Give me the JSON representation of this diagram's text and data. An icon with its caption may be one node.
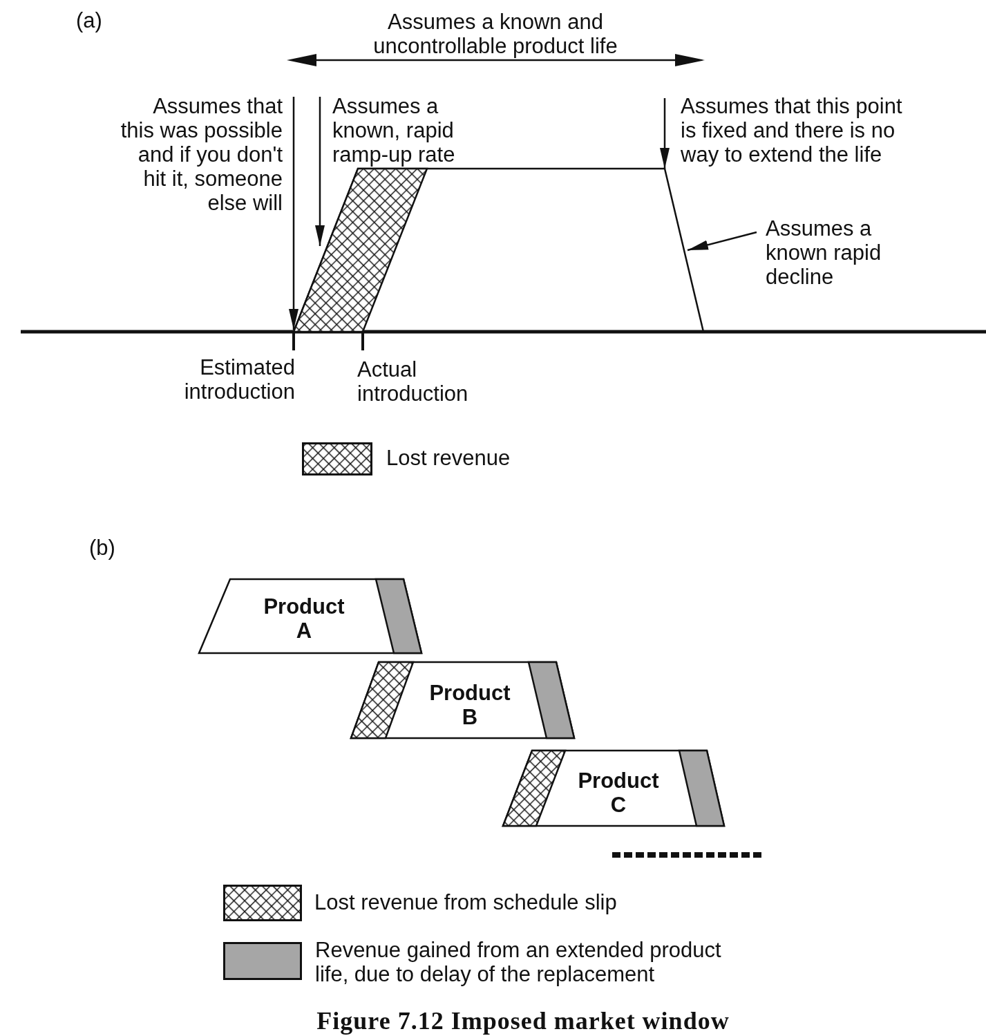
{
  "diagram": {
    "caption": "Figure 7.12 Imposed market window",
    "nodes": [
      {
        "text": [
          "Assumes that this was possible and if you don't hit it, someone else will"
        ]
      },
      {
        "text": [
          "Assumes a known, rapid ramp-up rate"
        ]
      },
      {
        "text": [
          "Assumes that this point is fixed and there is no way to extend the life"
        ]
      },
      {
        "text": [
          "Assumes a known rapid decline"
        ]
      },
      {
        "text": [],
        "shape": "trapezoid"
      },
      {
        "text": [],
        "shape": "parallelogram",
        "in": 4
      },
      {
        "text": [
          "Product A"
        ]
      },
      {
        "text": [],
        "shape": "parallelogram",
        "in": 6
      },
      {
        "text": [
          "Product B"
        ]
      },
      {
        "text": [],
        "shape": "parallelogram",
        "in": 8
      },
      {
        "text": [],
        "shape": "parallelogram",
        "in": 8
      },
      {
        "text": [
          "Product C"
        ]
      },
      {
        "text": [],
        "shape": "parallelogram",
        "in": 11
      },
      {
        "text": [],
        "shape": "parallelogram",
        "in": 11
      }
    ],
    "edges": [
      {
        "from": 0,
        "to": 5,
        "arrow": "to"
      },
      {
        "from": 1,
        "to": 5,
        "arrow": "to"
      },
      {
        "from": 2,
        "to": 4,
        "arrow": "to"
      },
      {
        "from": 3,
        "to": 4,
        "arrow": "to"
      }
    ],
    "labels": [
      "(a)",
      "Assumes a known and uncontrollable product life",
      "Estimated introduction",
      "Actual introduction",
      "(b)"
    ],
    "legend": [
      {
        "text": "Lost revenue"
      },
      {
        "text": "Lost revenue from schedule slip"
      },
      {
        "text": "Revenue gained from an extended product life, due to delay of the replacement",
        "color": "#a6a6a6"
      }
    ]
  }
}
